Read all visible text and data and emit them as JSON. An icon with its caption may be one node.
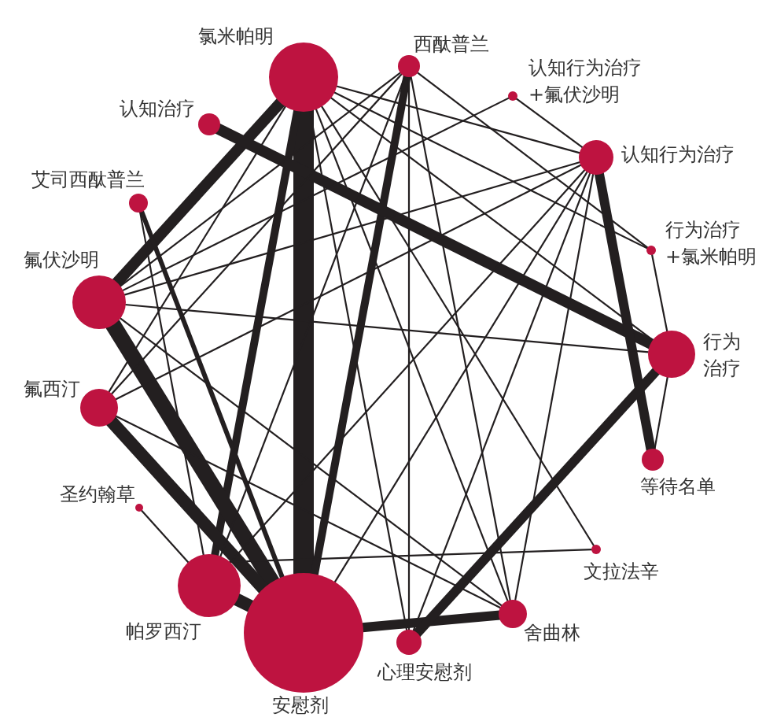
{
  "diagram": {
    "nodes": [
      {
        "text": [
          "氯米帕明"
        ]
      },
      {
        "text": [
          "西酞普兰"
        ]
      },
      {
        "text": [
          "认知行为治疗+氟伏沙明"
        ]
      },
      {
        "text": [
          "认知治疗"
        ]
      },
      {
        "text": [
          "认知行为治疗"
        ]
      },
      {
        "text": [
          "艾司西酞普兰"
        ]
      },
      {
        "text": [
          "行为治疗+氯米帕明"
        ]
      },
      {
        "text": [
          "氟伏沙明"
        ]
      },
      {
        "text": [
          "行为治疗"
        ]
      },
      {
        "text": [
          "氟西汀"
        ]
      },
      {
        "text": [
          "等待名单"
        ]
      },
      {
        "text": [
          "圣约翰草"
        ]
      },
      {
        "text": [
          "文拉法辛"
        ]
      },
      {
        "text": [
          "帕罗西汀"
        ]
      },
      {
        "text": [
          "舍曲林"
        ]
      },
      {
        "text": [
          "安慰剂"
        ]
      },
      {
        "text": [
          "心理安慰剂"
        ]
      }
    ],
    "edges": [
      {
        "from": 0,
        "to": 15,
        "arrow": "none",
        "style": "thick"
      },
      {
        "from": 0,
        "to": 7,
        "arrow": "none",
        "style": "thick"
      },
      {
        "from": 0,
        "to": 13,
        "arrow": "none",
        "style": "thick"
      },
      {
        "from": 0,
        "to": 4,
        "arrow": "none"
      },
      {
        "from": 0,
        "to": 6,
        "arrow": "none"
      },
      {
        "from": 0,
        "to": 8,
        "arrow": "none"
      },
      {
        "from": 0,
        "to": 9,
        "arrow": "none"
      },
      {
        "from": 0,
        "to": 12,
        "arrow": "none"
      },
      {
        "from": 0,
        "to": 14,
        "arrow": "none"
      },
      {
        "from": 0,
        "to": 16,
        "arrow": "none"
      },
      {
        "from": 1,
        "to": 15,
        "arrow": "none",
        "style": "thick"
      },
      {
        "from": 1,
        "to": 14,
        "arrow": "none"
      },
      {
        "from": 1,
        "to": 16,
        "arrow": "none"
      },
      {
        "from": 2,
        "to": 4,
        "arrow": "none"
      },
      {
        "from": 3,
        "to": 8,
        "arrow": "none",
        "style": "thick"
      },
      {
        "from": 4,
        "to": 10,
        "arrow": "none",
        "style": "thick"
      },
      {
        "from": 4,
        "to": 14,
        "arrow": "none"
      },
      {
        "from": 4,
        "to": 16,
        "arrow": "none"
      },
      {
        "from": 4,
        "to": 15,
        "arrow": "none"
      },
      {
        "from": 5,
        "to": 15,
        "arrow": "none",
        "style": "thick"
      },
      {
        "from": 5,
        "to": 13,
        "arrow": "none"
      },
      {
        "from": 6,
        "to": 8,
        "arrow": "none"
      },
      {
        "from": 7,
        "to": 15,
        "arrow": "none",
        "style": "thick"
      },
      {
        "from": 7,
        "to": 1,
        "arrow": "none"
      },
      {
        "from": 7,
        "to": 2,
        "arrow": "none"
      },
      {
        "from": 7,
        "to": 4,
        "arrow": "none"
      },
      {
        "from": 7,
        "to": 8,
        "arrow": "none"
      },
      {
        "from": 7,
        "to": 14,
        "arrow": "none"
      },
      {
        "from": 1,
        "to": 6,
        "arrow": "none"
      },
      {
        "from": 8,
        "to": 10,
        "arrow": "none"
      },
      {
        "from": 9,
        "to": 15,
        "arrow": "none",
        "style": "thick"
      },
      {
        "from": 9,
        "to": 1,
        "arrow": "none"
      },
      {
        "from": 9,
        "to": 4,
        "arrow": "none"
      },
      {
        "from": 9,
        "to": 14,
        "arrow": "none"
      },
      {
        "from": 11,
        "to": 13,
        "arrow": "none"
      },
      {
        "from": 13,
        "to": 12,
        "arrow": "none"
      },
      {
        "from": 13,
        "to": 15,
        "arrow": "none",
        "style": "thick"
      },
      {
        "from": 13,
        "to": 1,
        "arrow": "none"
      },
      {
        "from": 13,
        "to": 4,
        "arrow": "none"
      },
      {
        "from": 15,
        "to": 14,
        "arrow": "none",
        "style": "thick"
      },
      {
        "from": 16,
        "to": 8,
        "arrow": "none",
        "style": "thick"
      }
    ]
  }
}
